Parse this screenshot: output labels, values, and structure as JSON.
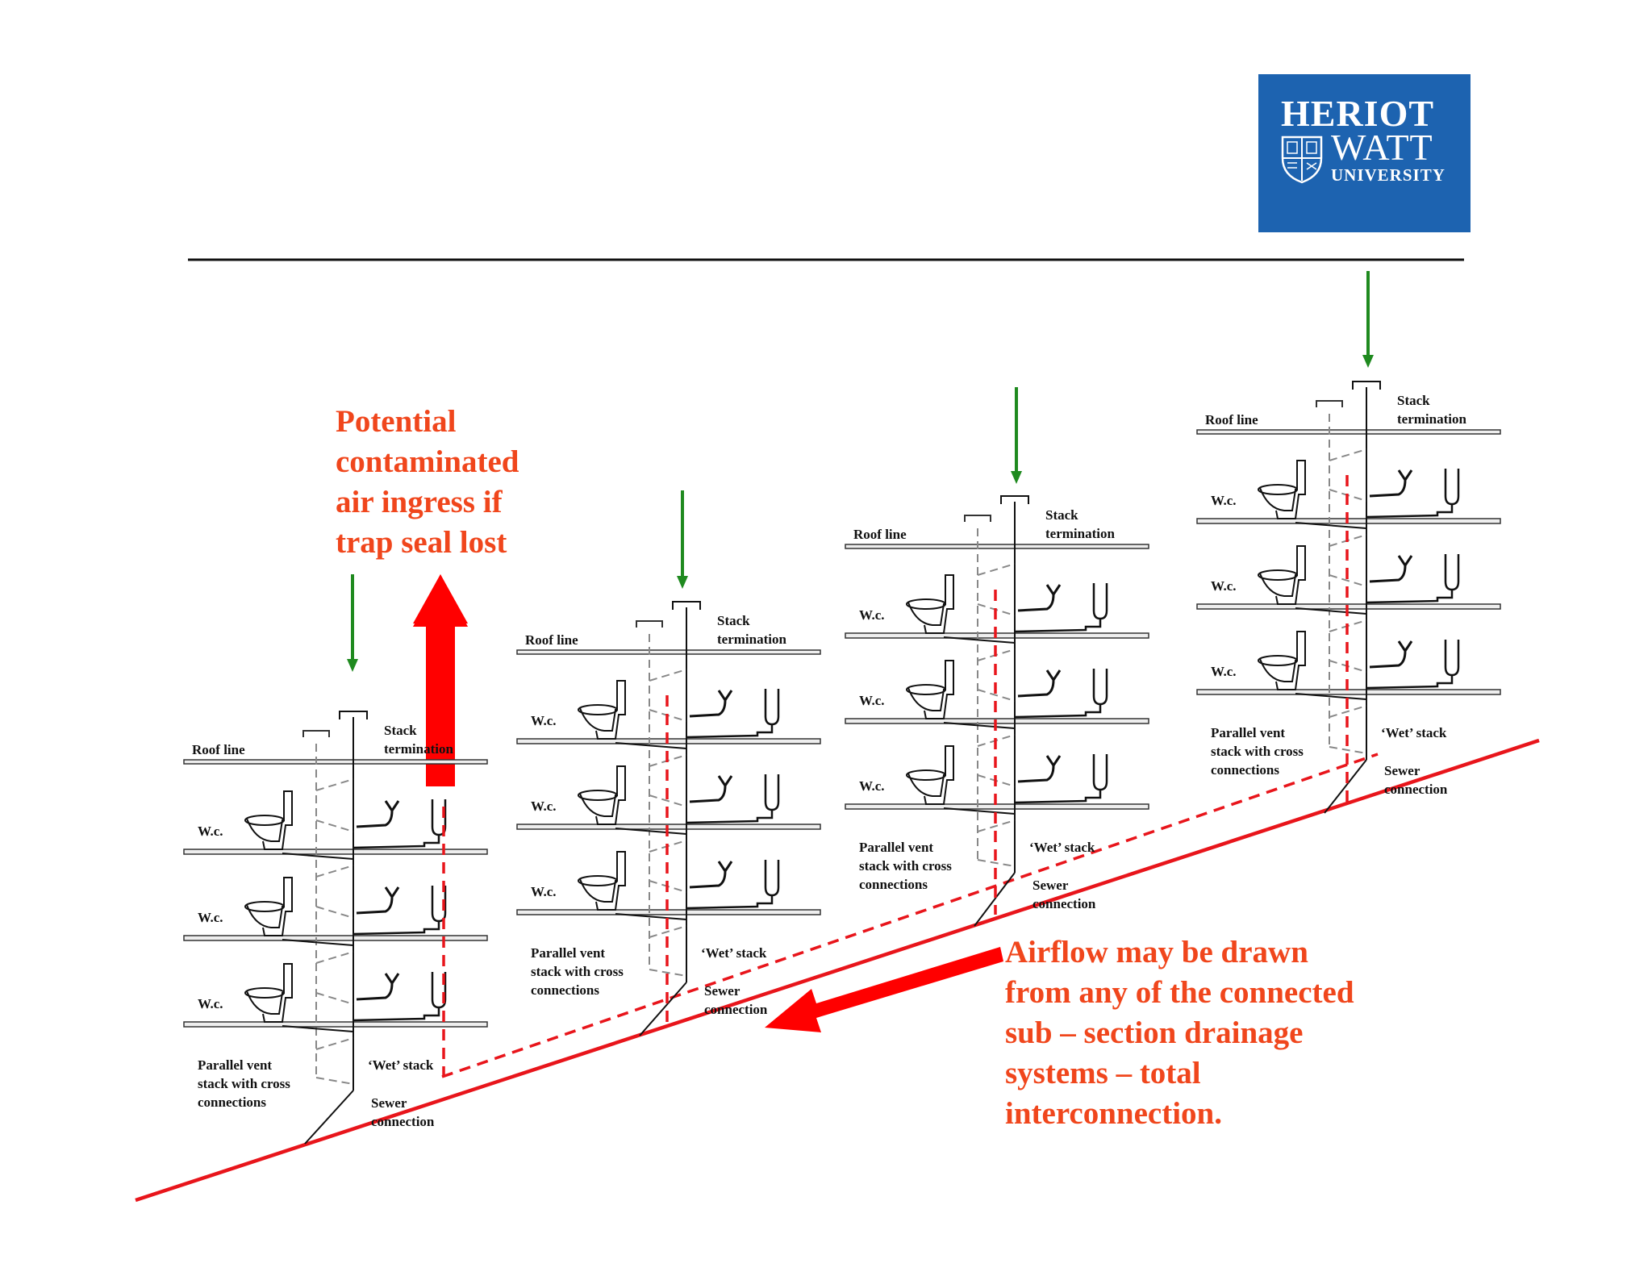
{
  "logo": {
    "line1": "HERIOT",
    "line2": "WATT",
    "line3": "UNIVERSITY",
    "color": "#1d63b0"
  },
  "callouts": {
    "ingress": [
      "Potential",
      "contaminated",
      "air ingress if",
      "trap seal lost"
    ],
    "airflow": [
      "Airflow may be drawn",
      "from any of the connected",
      "sub – section drainage",
      "systems – total",
      "interconnection."
    ]
  },
  "building_labels": {
    "roof_line": "Roof line",
    "stack_termination": [
      "Stack",
      "termination"
    ],
    "wc": "W.c.",
    "parallel_vent": [
      "Parallel vent",
      "stack with cross",
      "connections"
    ],
    "wet_stack": "‘Wet’ stack",
    "sewer_connection": [
      "Sewer",
      "connection"
    ]
  },
  "buildings": [
    {
      "id": "building-1"
    },
    {
      "id": "building-2"
    },
    {
      "id": "building-3"
    },
    {
      "id": "building-4"
    }
  ],
  "colors": {
    "callout_text": "#f0461c",
    "sewer_line": "#e8151b",
    "arrow": "#ff0000",
    "green_arrow": "#1f8a1f",
    "logo_blue": "#1d63b0",
    "floor_fill": "#eeeeee",
    "vent_dash": "#888888"
  }
}
